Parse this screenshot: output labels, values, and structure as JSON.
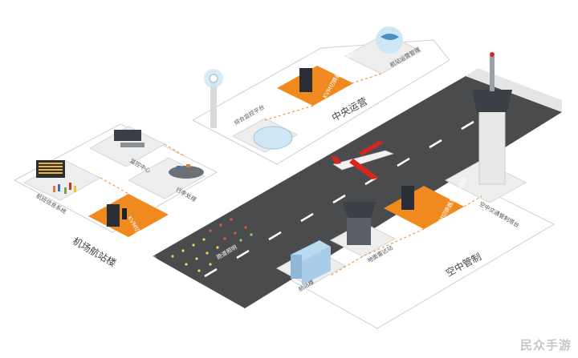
{
  "zones": {
    "terminal": "机场航站楼",
    "control_center": "中央运营",
    "air_traffic": "空中管制"
  },
  "labels": {
    "flight_info": "航班信息系统",
    "security": "监控中心",
    "baggage": "行李处理",
    "kvm_terminal": "KVM切换器及控制终端",
    "kvm_center": "KVM切换器及控制终端",
    "kvm_tower": "KVM切换器及控制终端",
    "central_platform": "综合监控平台",
    "flight_ops": "航站运营管理",
    "runway_lights": "跑道照明",
    "tower_room": "空中交通管制塔台",
    "ground_radar": "地面雷达站",
    "facility": "航站楼"
  },
  "watermark": "民众手游",
  "colors": {
    "orange": "#f0891e",
    "runway": "#4a4b4d",
    "panel": "#eeeeee",
    "panel_edge": "#d7d7d7",
    "plane_red": "#d8261f"
  }
}
